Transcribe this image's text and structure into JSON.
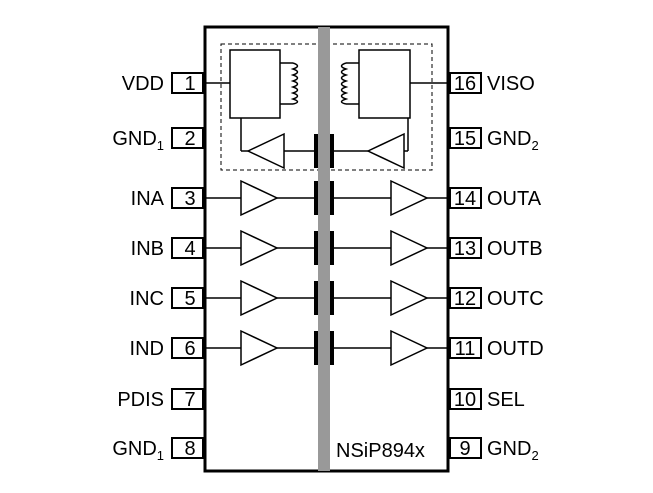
{
  "part_name": "NSiP894x",
  "left_pins": [
    {
      "num": "1",
      "name": "VDD",
      "sub": ""
    },
    {
      "num": "2",
      "name": "GND",
      "sub": "1"
    },
    {
      "num": "3",
      "name": "INA",
      "sub": ""
    },
    {
      "num": "4",
      "name": "INB",
      "sub": ""
    },
    {
      "num": "5",
      "name": "INC",
      "sub": ""
    },
    {
      "num": "6",
      "name": "IND",
      "sub": ""
    },
    {
      "num": "7",
      "name": "PDIS",
      "sub": ""
    },
    {
      "num": "8",
      "name": "GND",
      "sub": "1"
    }
  ],
  "right_pins": [
    {
      "num": "16",
      "name": "VISO",
      "sub": ""
    },
    {
      "num": "15",
      "name": "GND",
      "sub": "2"
    },
    {
      "num": "14",
      "name": "OUTA",
      "sub": ""
    },
    {
      "num": "13",
      "name": "OUTB",
      "sub": ""
    },
    {
      "num": "12",
      "name": "OUTC",
      "sub": ""
    },
    {
      "num": "11",
      "name": "OUTD",
      "sub": ""
    },
    {
      "num": "10",
      "name": "SEL",
      "sub": ""
    },
    {
      "num": "9",
      "name": "GND",
      "sub": "2"
    }
  ],
  "colors": {
    "line": "#000000",
    "isolation_barrier": "#999999",
    "background": "#ffffff"
  }
}
